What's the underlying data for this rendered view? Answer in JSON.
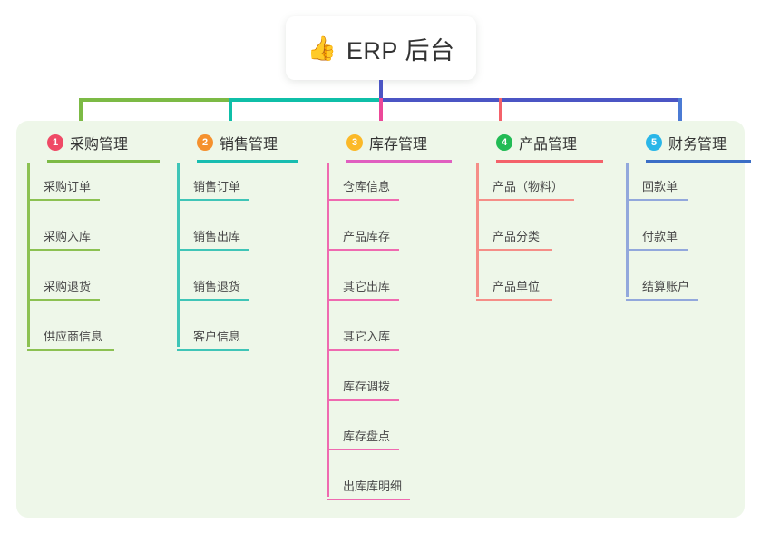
{
  "root": {
    "icon": "thumbs-up-icon",
    "emoji": "👍",
    "title": "ERP 后台"
  },
  "palette": {
    "canvas_bg": "#ffffff",
    "panel_bg": "#eef7e9",
    "root_text": "#333333",
    "leaf_text": "#4a4a4a",
    "connector_green": "#7cba45",
    "connector_teal": "#0fbfa8",
    "connector_blue": "#4b55c4",
    "drop_green": "#7cba45",
    "drop_teal": "#0fbfa8",
    "drop_pink": "#ec4899",
    "drop_red": "#f4626a",
    "drop_blue": "#4b7bd4"
  },
  "columns": [
    {
      "index": "1",
      "badge_label": "1",
      "badge_color": "#ef4a66",
      "title": "采购管理",
      "rule_color": "#7cba45",
      "line_color": "#8cc152",
      "leaves": [
        {
          "label": "采购订单"
        },
        {
          "label": "采购入库"
        },
        {
          "label": "采购退货"
        },
        {
          "label": "供应商信息"
        }
      ]
    },
    {
      "index": "2",
      "badge_label": "2",
      "badge_color": "#f5912e",
      "title": "销售管理",
      "rule_color": "#17bdb0",
      "line_color": "#3fc5b7",
      "leaves": [
        {
          "label": "销售订单"
        },
        {
          "label": "销售出库"
        },
        {
          "label": "销售退货"
        },
        {
          "label": "客户信息"
        }
      ]
    },
    {
      "index": "3",
      "badge_label": "3",
      "badge_color": "#fbb928",
      "title": "库存管理",
      "rule_color": "#e05fc0",
      "line_color": "#ef6ab0",
      "leaves": [
        {
          "label": "仓库信息"
        },
        {
          "label": "产品库存"
        },
        {
          "label": "其它出库"
        },
        {
          "label": "其它入库"
        },
        {
          "label": "库存调拨"
        },
        {
          "label": "库存盘点"
        },
        {
          "label": "出库库明细"
        }
      ]
    },
    {
      "index": "4",
      "badge_label": "4",
      "badge_color": "#22bb55",
      "title": "产品管理",
      "rule_color": "#f4626a",
      "line_color": "#f58e88",
      "leaves": [
        {
          "label": "产品（物料）"
        },
        {
          "label": "产品分类"
        },
        {
          "label": "产品单位"
        }
      ]
    },
    {
      "index": "5",
      "badge_label": "5",
      "badge_color": "#29b6e8",
      "title": "财务管理",
      "rule_color": "#3b6ec6",
      "line_color": "#92a8dc",
      "leaves": [
        {
          "label": "回款单"
        },
        {
          "label": "付款单"
        },
        {
          "label": "结算账户"
        }
      ]
    }
  ]
}
